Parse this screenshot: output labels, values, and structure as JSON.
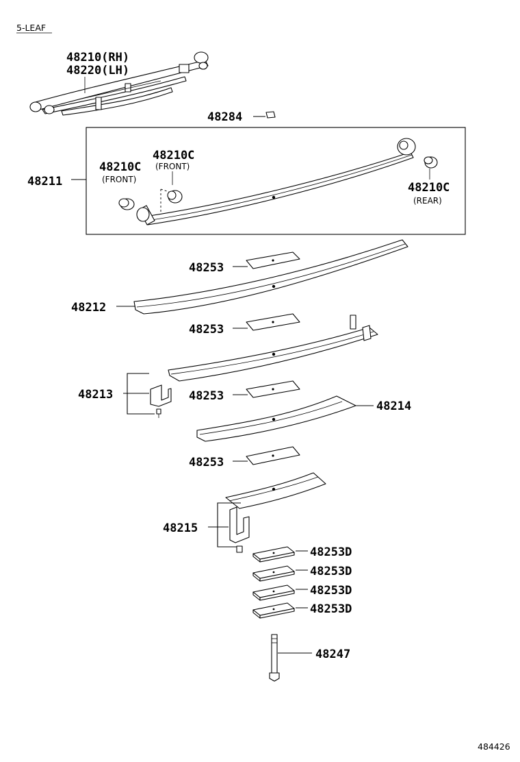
{
  "header": {
    "variant": "5-LEAF"
  },
  "diagram_id": "484426",
  "callouts": {
    "spring_assy_rh": "48210(RH)",
    "spring_assy_lh": "48220(LH)",
    "clip": "48284",
    "leaf_no1": "48211",
    "bushing_front_a": "48210C",
    "bushing_front_a_note": "(FRONT)",
    "bushing_front_b": "48210C",
    "bushing_front_b_note": "(FRONT)",
    "bushing_rear": "48210C",
    "bushing_rear_note": "(REAR)",
    "insert_1": "48253",
    "leaf_no2": "48212",
    "insert_2": "48253",
    "clip_no1": "48213",
    "insert_3": "48253",
    "leaf_no3": "48214",
    "insert_4": "48253",
    "clip_no2": "48215",
    "spacer_1": "48253D",
    "spacer_2": "48253D",
    "spacer_3": "48253D",
    "spacer_4": "48253D",
    "center_bolt": "48247"
  }
}
